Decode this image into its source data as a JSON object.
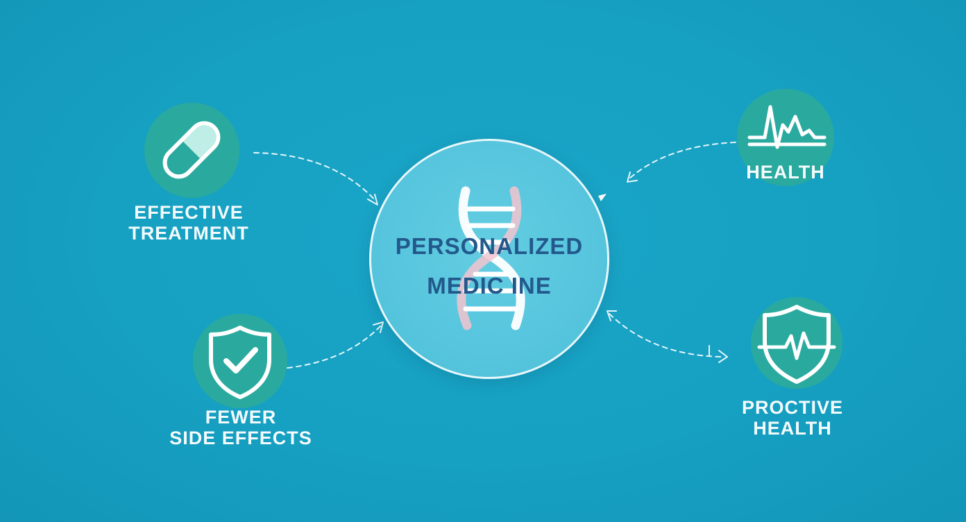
{
  "hub": {
    "title_line1": "PERSONALIZED",
    "title_line2": "MEDIC INE",
    "icon": "dna-icon"
  },
  "nodes": [
    {
      "id": "effective-treatment",
      "icon": "capsule-icon",
      "label_line1": "EFFECTIVE",
      "label_line2": "TREATMENT"
    },
    {
      "id": "fewer-side-effects",
      "icon": "shield-check-icon",
      "label_line1": "FEWER",
      "label_line2": "SIDE EFFECTS"
    },
    {
      "id": "health",
      "icon": "heartbeat-icon",
      "label_line1": "HEALTH",
      "label_line2": ""
    },
    {
      "id": "proactive-health",
      "icon": "shield-heartbeat-icon",
      "label_line1": "PROCTIVE",
      "label_line2": "HEALTH"
    }
  ],
  "colors": {
    "background": "#16a0c2",
    "hub_fill": "#56c5dd",
    "hub_text": "#23588c",
    "node_fill": "#2aaa9f",
    "label_text": "#f4fbfd"
  }
}
